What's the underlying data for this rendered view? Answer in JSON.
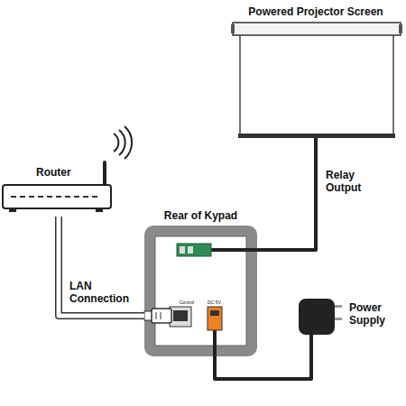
{
  "diagram": {
    "nodes": [
      {
        "text": [
          "Powered Projector Screen"
        ]
      },
      {
        "text": [
          "Router"
        ]
      },
      {
        "text": [
          "Rear of Kypad"
        ]
      },
      {
        "text": [
          "Power Supply"
        ]
      }
    ],
    "edges": [
      {
        "from": 1,
        "to": 2,
        "arrow": "none",
        "label": "LAN Connection"
      },
      {
        "from": 2,
        "to": 0,
        "arrow": "none",
        "label": "Relay Output"
      },
      {
        "from": 2,
        "to": 3,
        "arrow": "none"
      }
    ],
    "labels": [
      "Control",
      "DC 5V"
    ]
  }
}
